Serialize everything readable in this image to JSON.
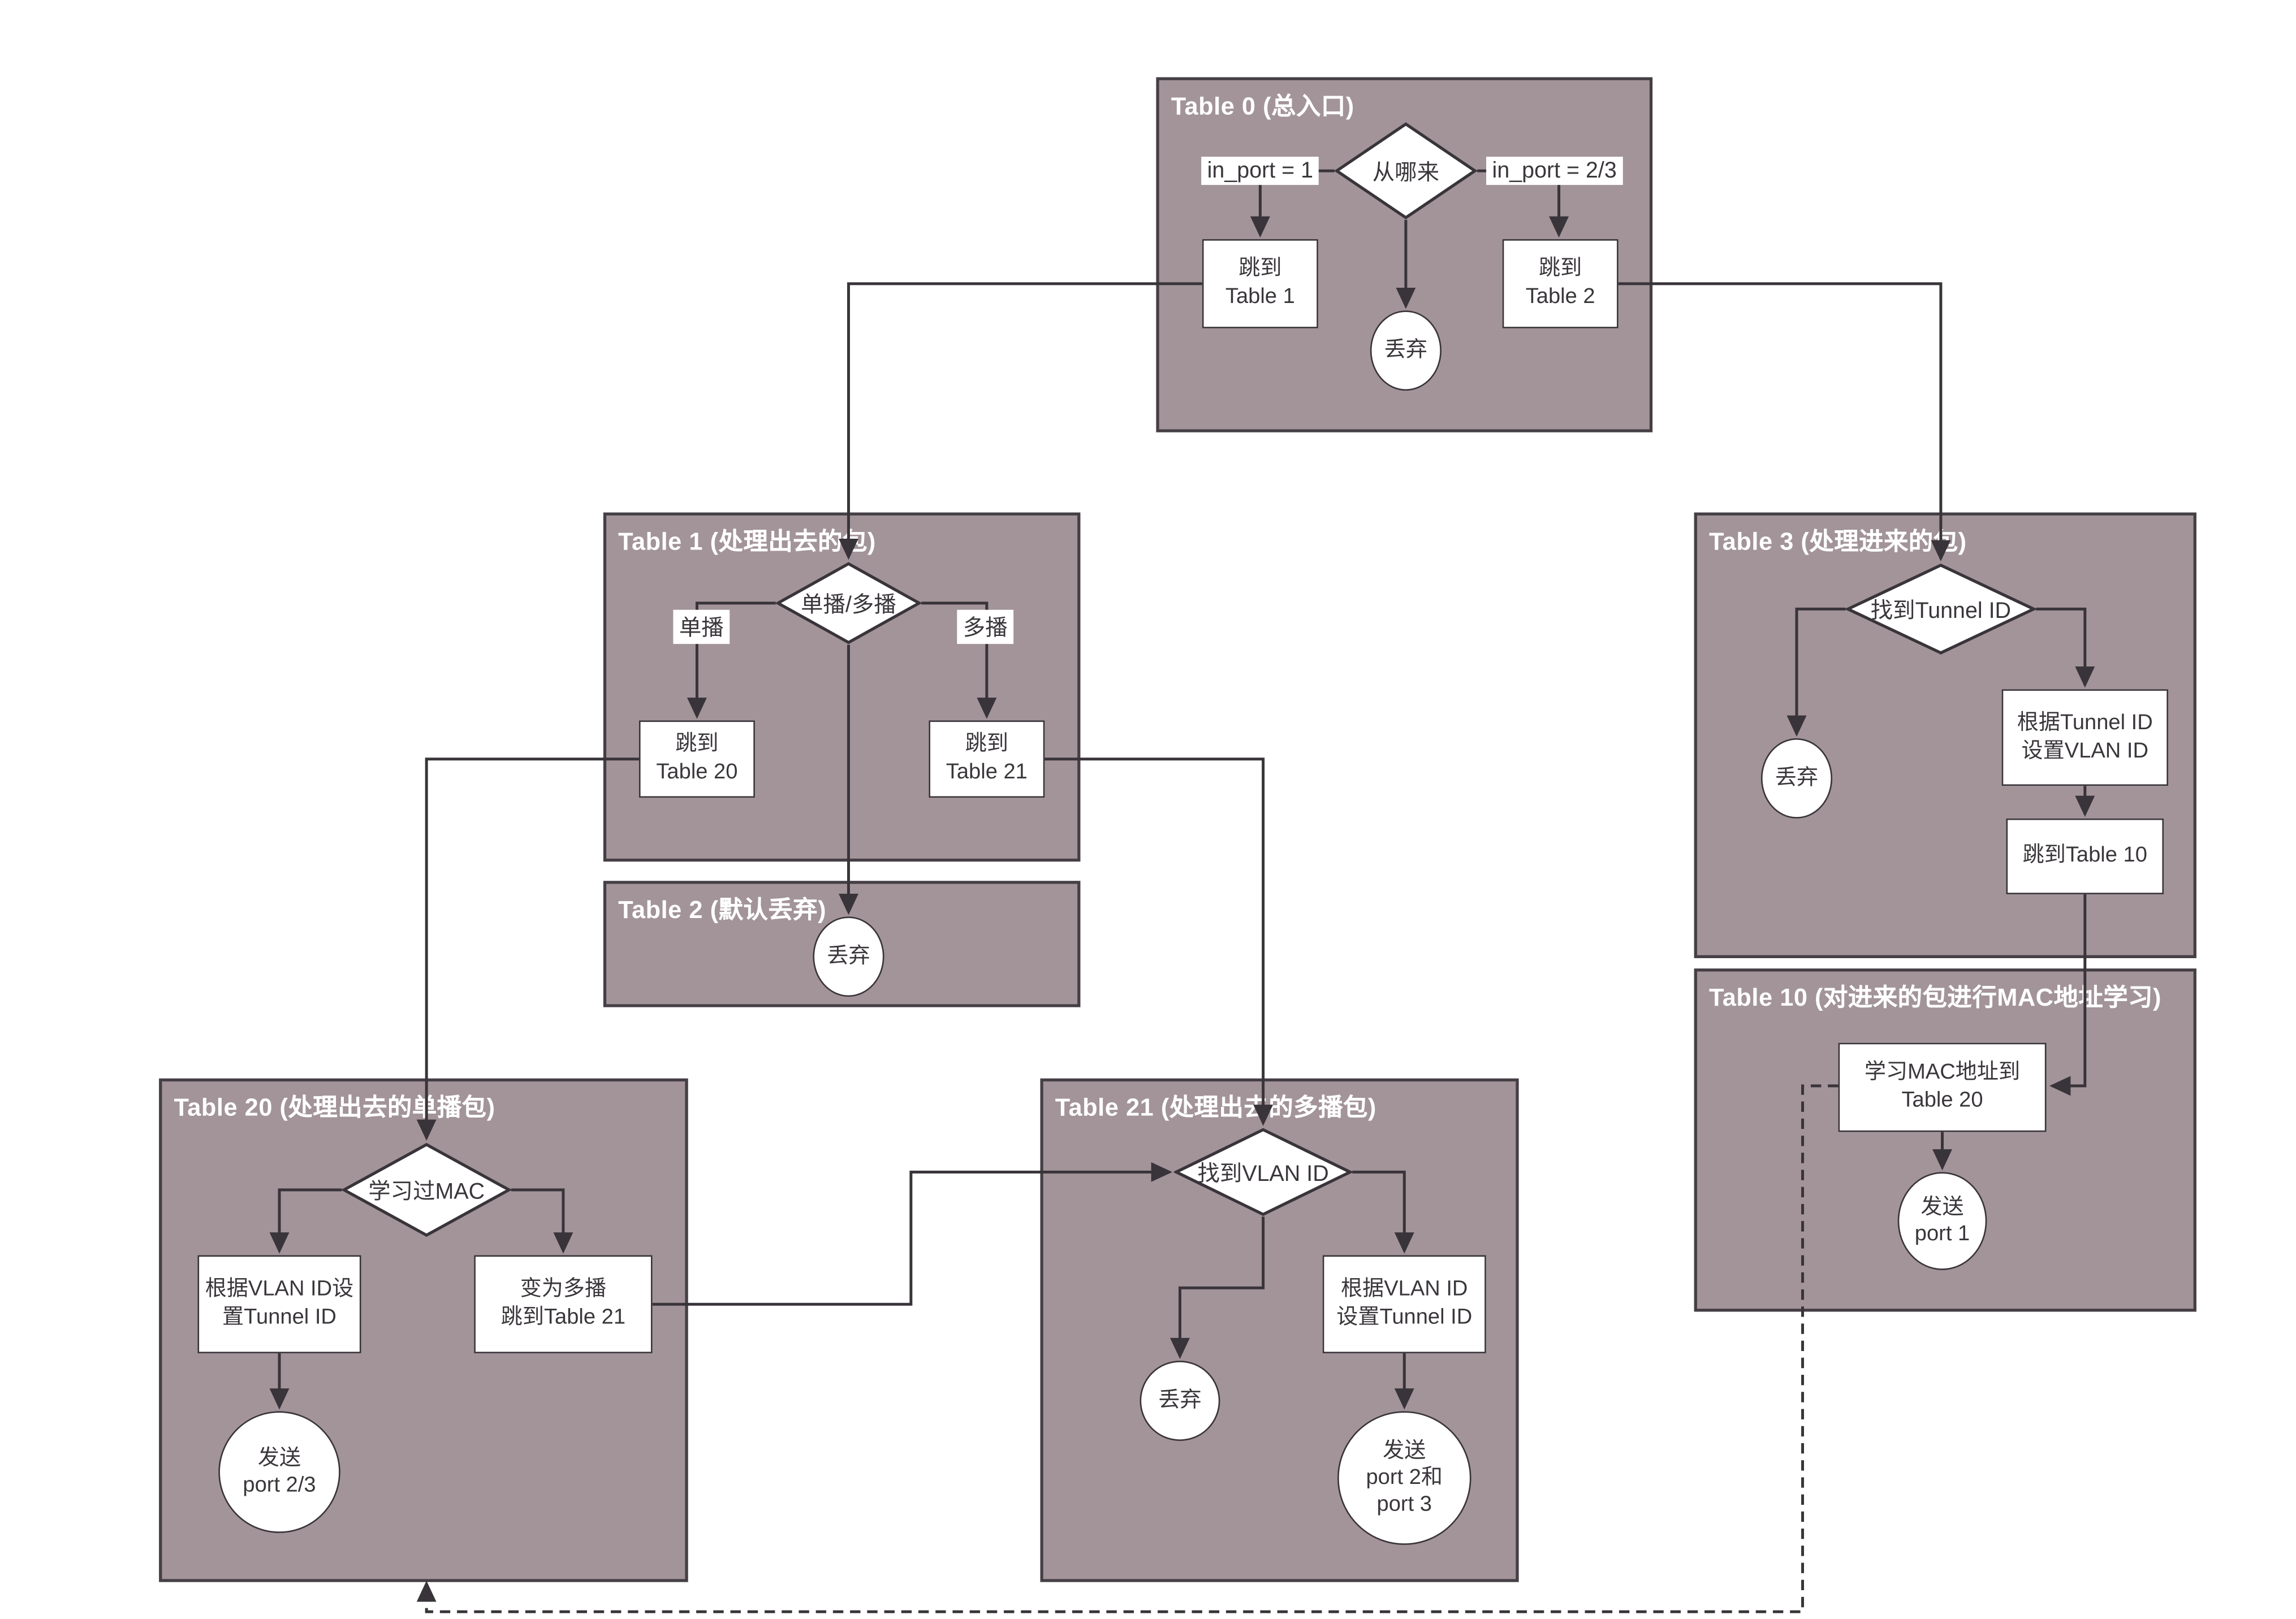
{
  "diagram": {
    "colors": {
      "canvas": "#ffffff",
      "table_fill": "#a29499",
      "table_border": "#453f45",
      "line": "#39343a",
      "node_fill": "#ffffff",
      "node_text": "#3a363b",
      "title_text": "#ffffff"
    },
    "tables": {
      "t0": {
        "title": "Table 0 (总入口)",
        "decision": "从哪来",
        "branch_left": "in_port = 1",
        "branch_right": "in_port = 2/3",
        "action_left": "跳到\nTable 1",
        "action_right": "跳到\nTable 2",
        "terminal_drop": "丢弃"
      },
      "t1": {
        "title": "Table 1 (处理出去的包)",
        "decision": "单播/多播",
        "branch_left": "单播",
        "branch_right": "多播",
        "action_left": "跳到\nTable 20",
        "action_right": "跳到\nTable 21"
      },
      "t2": {
        "title": "Table 2 (默认丢弃)",
        "terminal_drop": "丢弃"
      },
      "t3": {
        "title": "Table 3 (处理进来的包)",
        "decision": "找到Tunnel ID",
        "terminal_drop": "丢弃",
        "action_set_vlan": "根据Tunnel ID\n设置VLAN ID",
        "action_goto": "跳到Table 10"
      },
      "t10": {
        "title": "Table 10 (对进来的包进行MAC地址学习)",
        "action_learn": "学习MAC地址到\nTable 20",
        "terminal_send": "发送\nport 1"
      },
      "t20": {
        "title": "Table 20 (处理出去的单播包)",
        "decision": "学习过MAC",
        "action_set_tunnel": "根据VLAN ID设\n置Tunnel ID",
        "action_to_multicast": "变为多播\n跳到Table 21",
        "terminal_send": "发送\nport 2/3"
      },
      "t21": {
        "title": "Table 21 (处理出去的多播包)",
        "decision": "找到VLAN ID",
        "terminal_drop": "丢弃",
        "action_set_tunnel": "根据VLAN ID\n设置Tunnel ID",
        "terminal_send": "发送\nport 2和\nport 3"
      }
    }
  }
}
